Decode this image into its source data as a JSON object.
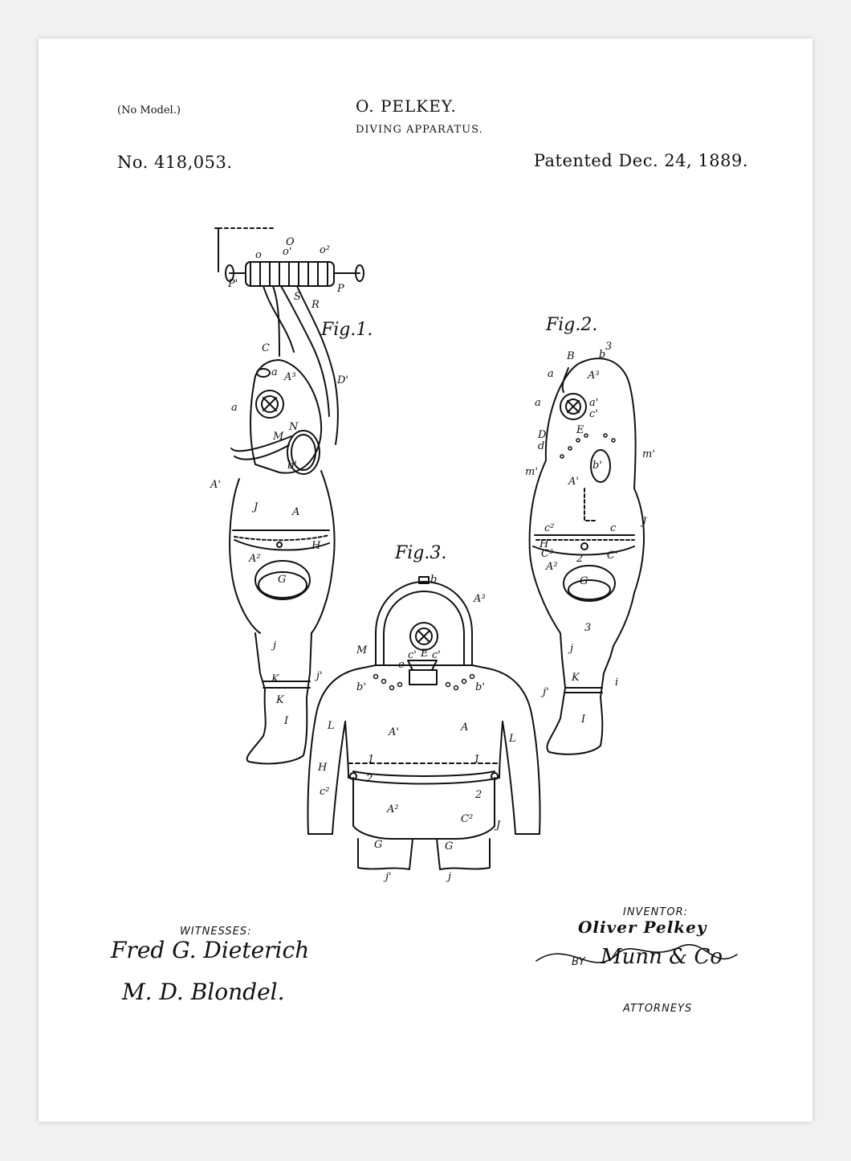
{
  "header": {
    "no_model": "(No Model.)",
    "inventor_name": "O. PELKEY.",
    "title": "DIVING APPARATUS.",
    "patent_number": "No. 418,053.",
    "patent_date": "Patented Dec. 24, 1889."
  },
  "figures": {
    "fig1": "Fig.1.",
    "fig2": "Fig.2.",
    "fig3": "Fig.3."
  },
  "fig1_labels": [
    "P'",
    "o",
    "O",
    "o'",
    "o²",
    "P",
    "S",
    "R",
    "C",
    "a",
    "A³",
    "D'",
    "a",
    "N",
    "M",
    "b'",
    "A'",
    "J",
    "A",
    "H",
    "A²",
    "G",
    "j",
    "K",
    "j'",
    "K",
    "I"
  ],
  "fig2_labels": [
    "3",
    "B",
    "b",
    "a",
    "A³",
    "a",
    "a'",
    "c'",
    "D",
    "E",
    "d",
    "m'",
    "b'",
    "m'",
    "A'",
    "J",
    "c²",
    "c",
    "H",
    "C³",
    "C'",
    "A²",
    "2",
    "G",
    "3",
    "j",
    "K",
    "j'",
    "i",
    "I"
  ],
  "fig3_labels": [
    "b",
    "A³",
    "M",
    "c'",
    "E",
    "c'",
    "e",
    "b'",
    "b'",
    "L",
    "A'",
    "A",
    "L",
    "H",
    "1",
    "1",
    "2",
    "c²",
    "2",
    "A²",
    "C²",
    "J",
    "G",
    "G",
    "j'",
    "j"
  ],
  "footer": {
    "witnesses_label": "WITNESSES:",
    "witness_1": "Fred G. Dieterich",
    "witness_2": "M. D. Blondel.",
    "inventor_label": "INVENTOR:",
    "inventor_signature": "Oliver Pelkey",
    "by_label": "BY",
    "attorney_signature": "Munn & Co",
    "attorneys_label": "ATTORNEYS"
  }
}
